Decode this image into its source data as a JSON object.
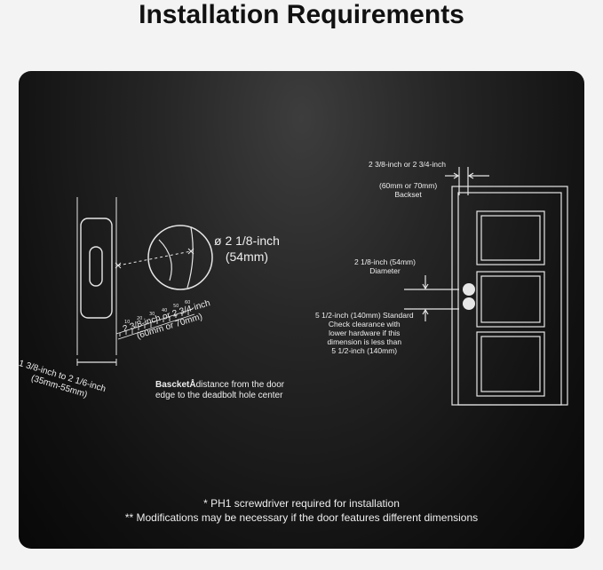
{
  "title": "Installation Requirements",
  "left": {
    "thickness": "1 3/8-inch to 2 1/6-inch\n(35mm-55mm)",
    "backset": "2 3/8-inch or 2 3/4-inch\n(60mm or 70mm)",
    "diameter": "ø 2 1/8-inch\n(54mm)",
    "backset_def_bold": "BascketÅ",
    "backset_def_rest": "distance from the door\nedge to the deadbolt hole center",
    "ruler_ticks": [
      "10",
      "20",
      "30",
      "40",
      "50",
      "60"
    ]
  },
  "right": {
    "backset_top": "2 3/8-inch or 2 3/4-inch",
    "backset_bottom": "(60mm or 70mm)\nBackset",
    "diameter": "2 1/8-inch (54mm)\nDiameter",
    "standard": "5 1/2-inch (140mm) Standard\nCheck clearance with\nlower hardware if this\ndimension is less than\n5 1/2-inch (140mm)"
  },
  "notes": {
    "note1": "* PH1 screwdriver required for installation",
    "note2": "** Modifications may be necessary if the door features different dimensions"
  },
  "colors": {
    "panel": "#1a1a1a",
    "line": "#e6e6e6",
    "background": "#f3f3f3"
  }
}
